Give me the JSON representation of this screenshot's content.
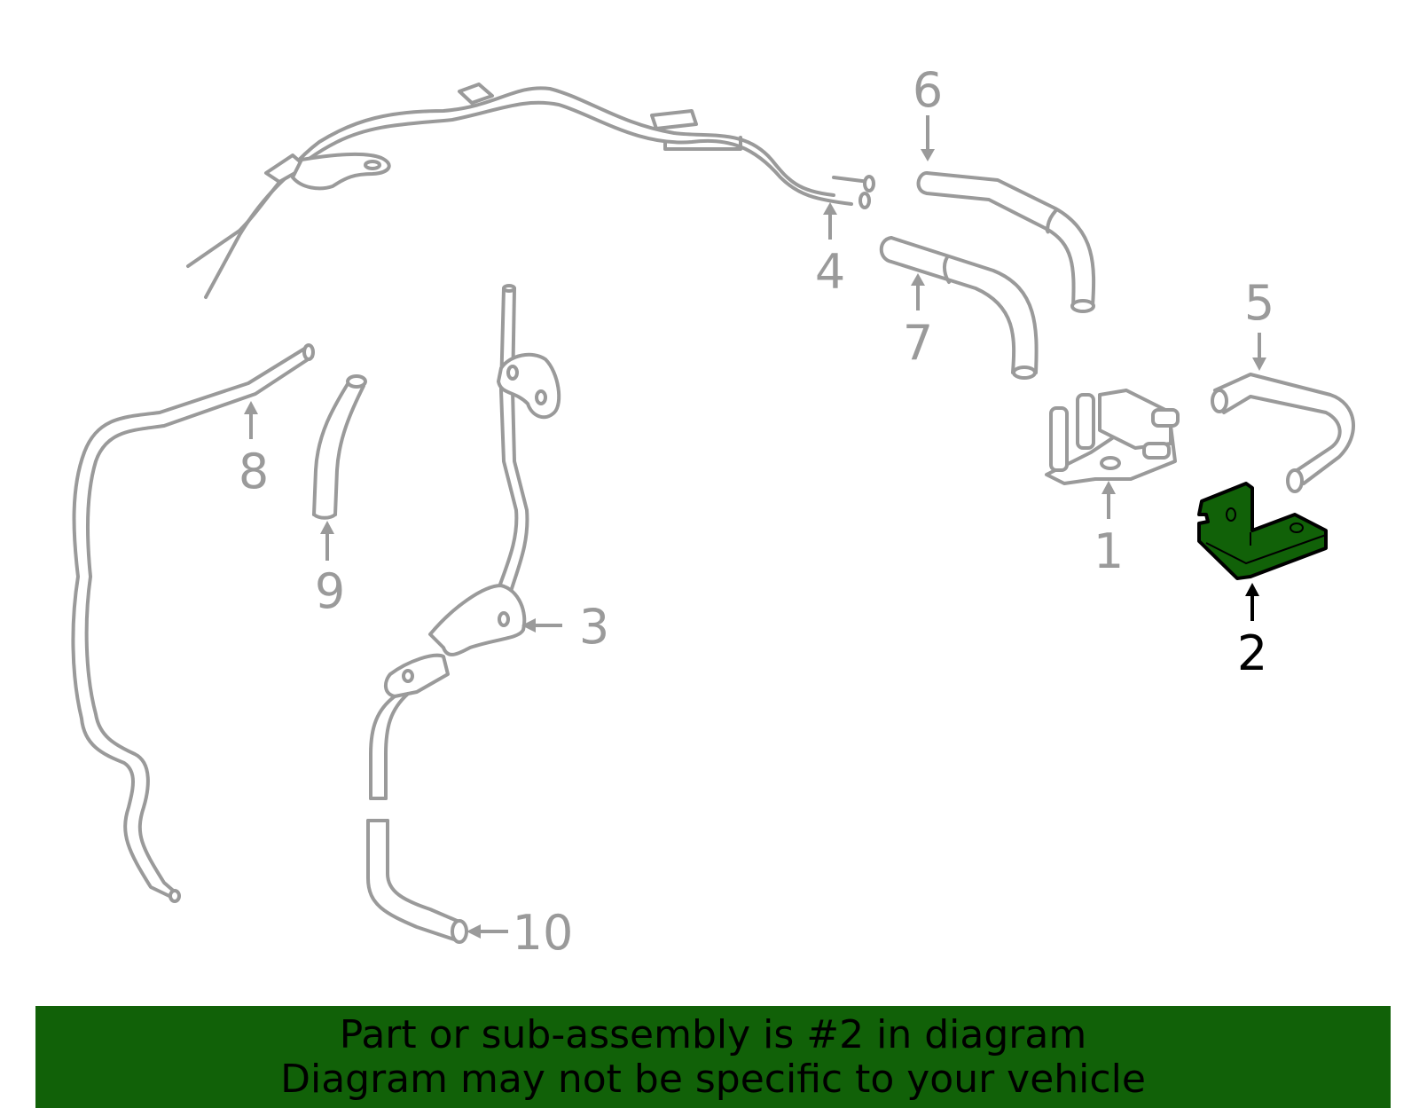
{
  "diagram": {
    "highlight_color": "#116108",
    "line_color": "#9a9a9a",
    "callouts": [
      {
        "id": "1",
        "label": "1"
      },
      {
        "id": "2",
        "label": "2",
        "highlighted": true
      },
      {
        "id": "3",
        "label": "3"
      },
      {
        "id": "4",
        "label": "4"
      },
      {
        "id": "5",
        "label": "5"
      },
      {
        "id": "6",
        "label": "6"
      },
      {
        "id": "7",
        "label": "7"
      },
      {
        "id": "8",
        "label": "8"
      },
      {
        "id": "9",
        "label": "9"
      },
      {
        "id": "10",
        "label": "10"
      }
    ]
  },
  "banner": {
    "line1": "Part or sub-assembly is #2 in diagram",
    "line2": "Diagram may not be specific to your vehicle",
    "background_color": "#116108"
  }
}
